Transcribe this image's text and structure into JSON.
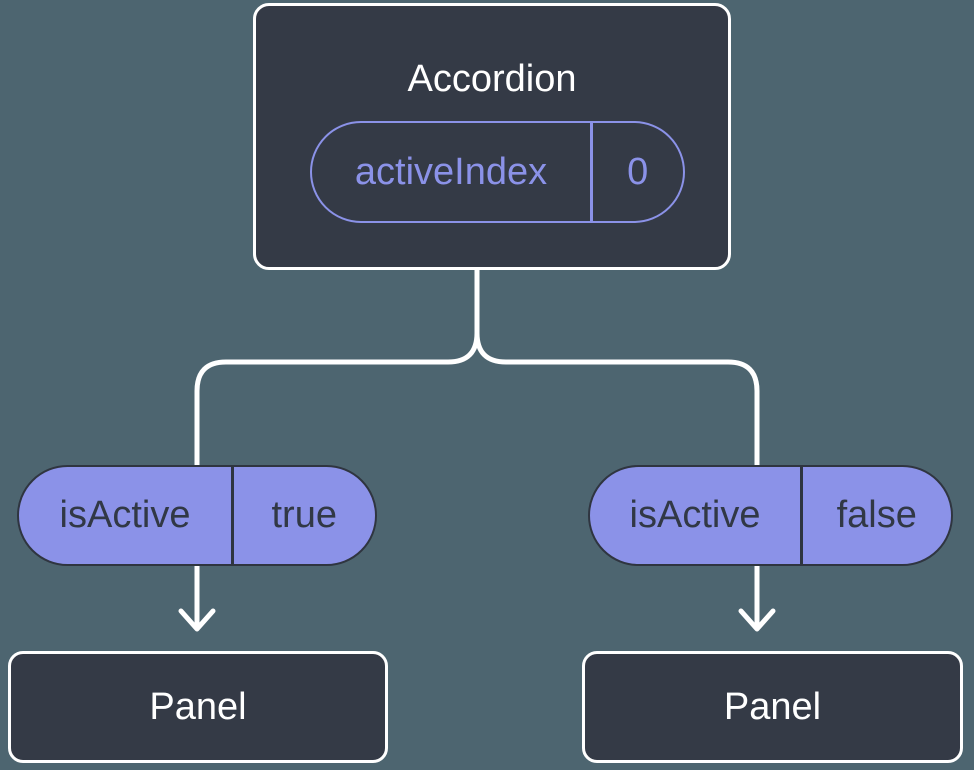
{
  "colors": {
    "background": "#4d6570",
    "node_fill": "#343a46",
    "node_border": "#ffffff",
    "accent_purple": "#8b92e8",
    "pill_fill": "#8b92e8",
    "pill_dark_border": "#2f3540",
    "pill_dark_text": "#313845",
    "connector": "#ffffff"
  },
  "tree": {
    "root": {
      "title": "Accordion",
      "prop": {
        "name": "activeIndex",
        "value": "0"
      }
    },
    "branches": [
      {
        "prop": {
          "name": "isActive",
          "value": "true"
        },
        "child": {
          "title": "Panel"
        }
      },
      {
        "prop": {
          "name": "isActive",
          "value": "false"
        },
        "child": {
          "title": "Panel"
        }
      }
    ]
  }
}
